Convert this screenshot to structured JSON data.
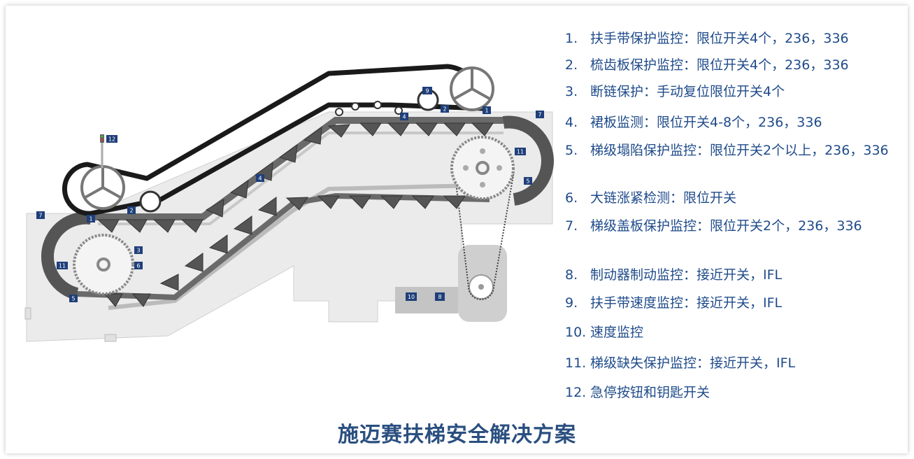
{
  "legend": [
    {
      "num": "1.",
      "text": "扶手带保护监控：限位开关4个，236，336"
    },
    {
      "num": "2.",
      "text": "梳齿板保护监控：限位开关4个，236，336"
    },
    {
      "num": "3.",
      "text": "断链保护：手动复位限位开关4个"
    },
    {
      "num": "4.",
      "text": "裙板监测：限位开关4-8个，236，336"
    },
    {
      "num": "5.",
      "text": "梯级塌陷保护监控：限位开关2个以上，236，336"
    },
    {
      "num": "6.",
      "text": "大链涨紧检测：限位开关"
    },
    {
      "num": "7.",
      "text": "梯级盖板保护监控：限位开关2个，236，336"
    },
    {
      "num": "8.",
      "text": "制动器制动监控：接近开关，IFL"
    },
    {
      "num": "9.",
      "text": "扶手带速度监控：接近开关，IFL"
    },
    {
      "num": "10.",
      "text": "速度监控"
    },
    {
      "num": "11.",
      "text": "梯级缺失保护监控：接近开关，IFL"
    },
    {
      "num": "12.",
      "text": "急停按钮和钥匙开关"
    }
  ],
  "caption": "施迈赛扶梯安全解决方案",
  "badges": {
    "b1a": "1",
    "b1b": "1",
    "b2a": "2",
    "b2b": "2",
    "b3": "3",
    "b4a": "4",
    "b4b": "4",
    "b5a": "5",
    "b5b": "5",
    "b6": "6",
    "b7a": "7",
    "b7b": "7",
    "b8": "8",
    "b9": "9",
    "b10": "10",
    "b11a": "11",
    "b11b": "11",
    "b12": "12"
  },
  "colors": {
    "text": "#1f4b8a",
    "badge": "#1f3f7a",
    "truss": "#e6e6e6",
    "step": "#555555",
    "handrail": "#1a1a1a"
  }
}
